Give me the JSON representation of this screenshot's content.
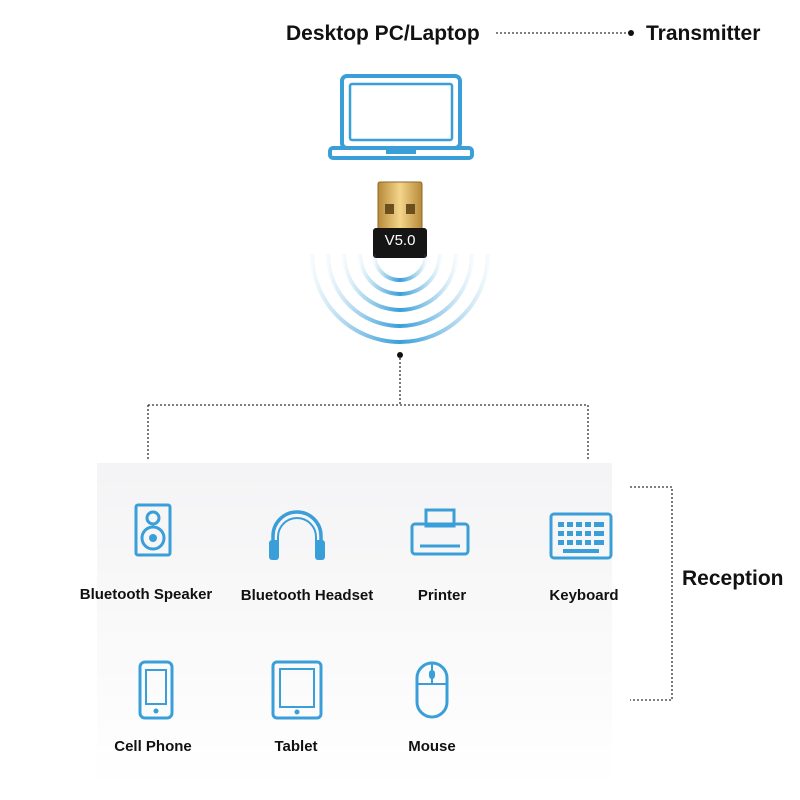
{
  "header": {
    "source_label": "Desktop PC/Laptop",
    "role_label": "Transmitter"
  },
  "adapter": {
    "version_label": "V5.0"
  },
  "reception_label": "Reception",
  "devices": [
    {
      "label": "Bluetooth Speaker",
      "icon": "speaker-icon"
    },
    {
      "label": "Bluetooth Headset",
      "icon": "headset-icon"
    },
    {
      "label": "Printer",
      "icon": "printer-icon"
    },
    {
      "label": "Keyboard",
      "icon": "keyboard-icon"
    },
    {
      "label": "Cell Phone",
      "icon": "cell-phone-icon"
    },
    {
      "label": "Tablet",
      "icon": "tablet-icon"
    },
    {
      "label": "Mouse",
      "icon": "mouse-icon"
    }
  ],
  "colors": {
    "icon_blue": "#3a9fd8",
    "text": "#111111",
    "connector": "#333333"
  }
}
